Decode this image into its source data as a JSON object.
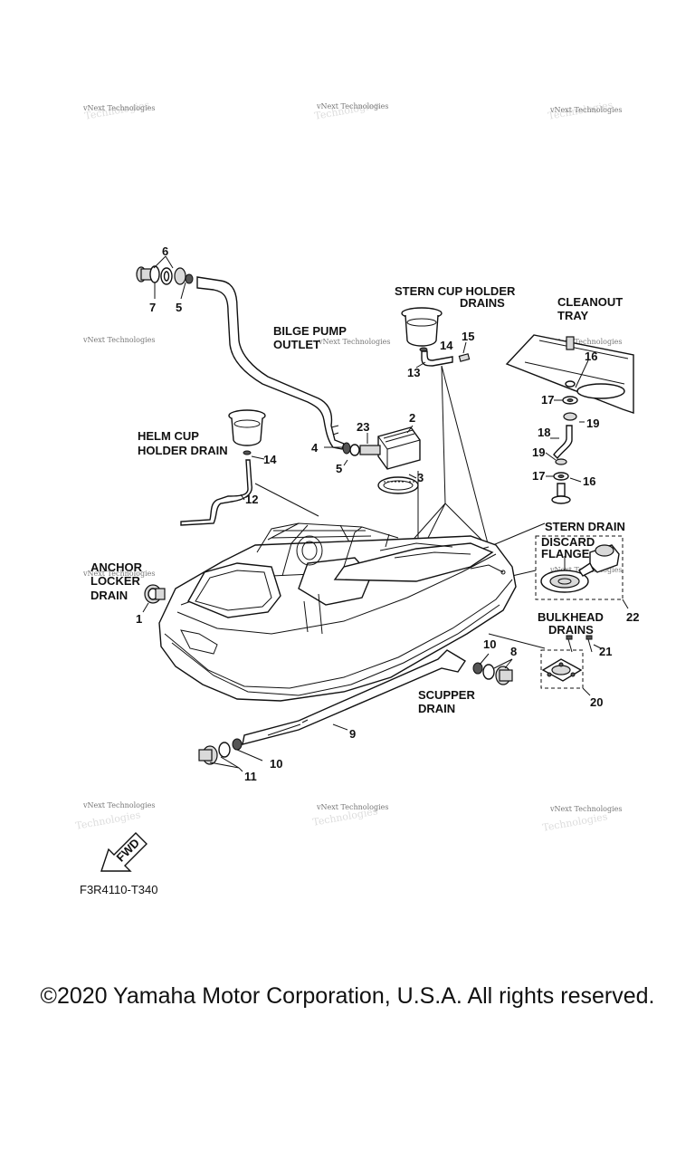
{
  "watermark": "vNext Technologies",
  "labels": {
    "stern_cup_holder": "STERN CUP HOLDER",
    "drains": "DRAINS",
    "cleanout": "CLEANOUT",
    "tray": "TRAY",
    "bilge_pump": "BILGE PUMP",
    "outlet": "OUTLET",
    "helm_cup": "HELM CUP",
    "holder_drain": "HOLDER DRAIN",
    "stern_drain": "STERN DRAIN",
    "discard": "DISCARD",
    "flange": "FLANGE",
    "anchor": "ANCHOR",
    "locker": "LOCKER",
    "drain": "DRAIN",
    "bulkhead": "BULKHEAD",
    "bulkhead_drains": "DRAINS",
    "scupper": "SCUPPER",
    "scupper_drain": "DRAIN",
    "fwd": "FWD"
  },
  "callouts": {
    "n1": "1",
    "n2": "2",
    "n3": "3",
    "n4": "4",
    "n5a": "5",
    "n5b": "5",
    "n6": "6",
    "n7": "7",
    "n8": "8",
    "n9": "9",
    "n10a": "10",
    "n10b": "10",
    "n11": "11",
    "n12": "12",
    "n13": "13",
    "n14a": "14",
    "n14b": "14",
    "n15": "15",
    "n16a": "16",
    "n16b": "16",
    "n17a": "17",
    "n17b": "17",
    "n18": "18",
    "n19a": "19",
    "n19b": "19",
    "n20": "20",
    "n21": "21",
    "n22": "22",
    "n23": "23"
  },
  "diagram_code": "F3R4110-T340",
  "copyright": "©2020 Yamaha Motor Corporation, U.S.A. All rights reserved."
}
